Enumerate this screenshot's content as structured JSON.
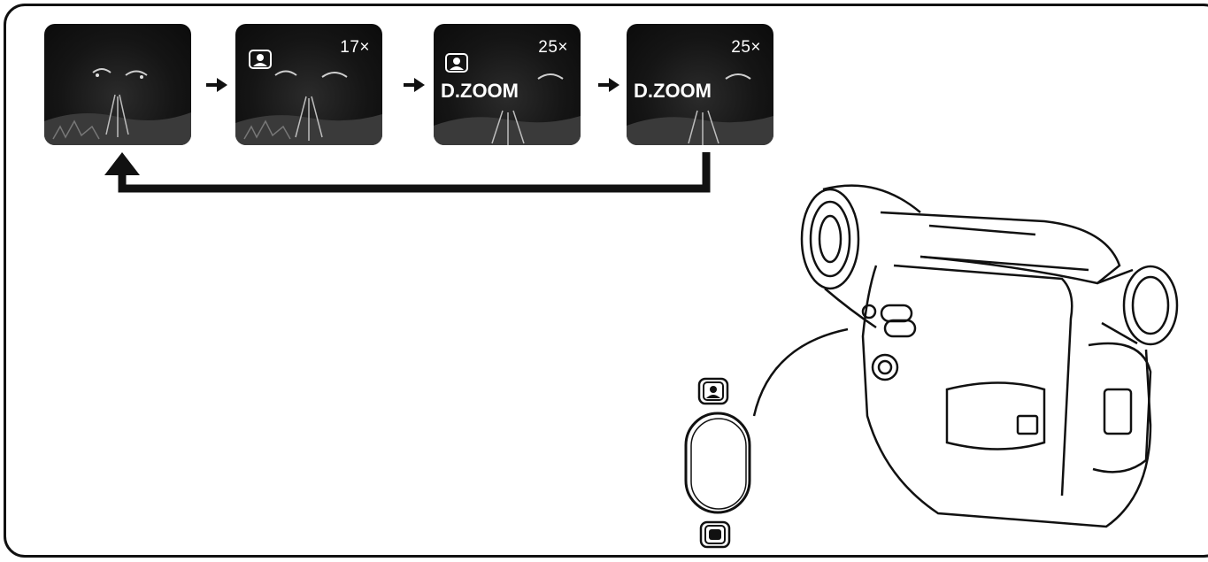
{
  "screens": [
    {
      "id": "screen-1",
      "zoom": "",
      "dzoom": "",
      "mode_icon": false
    },
    {
      "id": "screen-2",
      "zoom": "17×",
      "dzoom": "",
      "mode_icon": true
    },
    {
      "id": "screen-3",
      "zoom": "25×",
      "dzoom": "D.ZOOM",
      "mode_icon": true
    },
    {
      "id": "screen-4",
      "zoom": "25×",
      "dzoom": "D.ZOOM",
      "mode_icon": false
    }
  ],
  "icons": {
    "sequence_arrow": "right-arrow-icon",
    "return_arrow": "return-arrow-icon",
    "top_button_icon": "portrait-mode-icon",
    "bottom_button_icon": "standard-mode-icon",
    "camcorder": "camcorder-illustration"
  },
  "colors": {
    "ink": "#111111",
    "screen_bg": "#151515",
    "screen_text": "#ffffff"
  }
}
